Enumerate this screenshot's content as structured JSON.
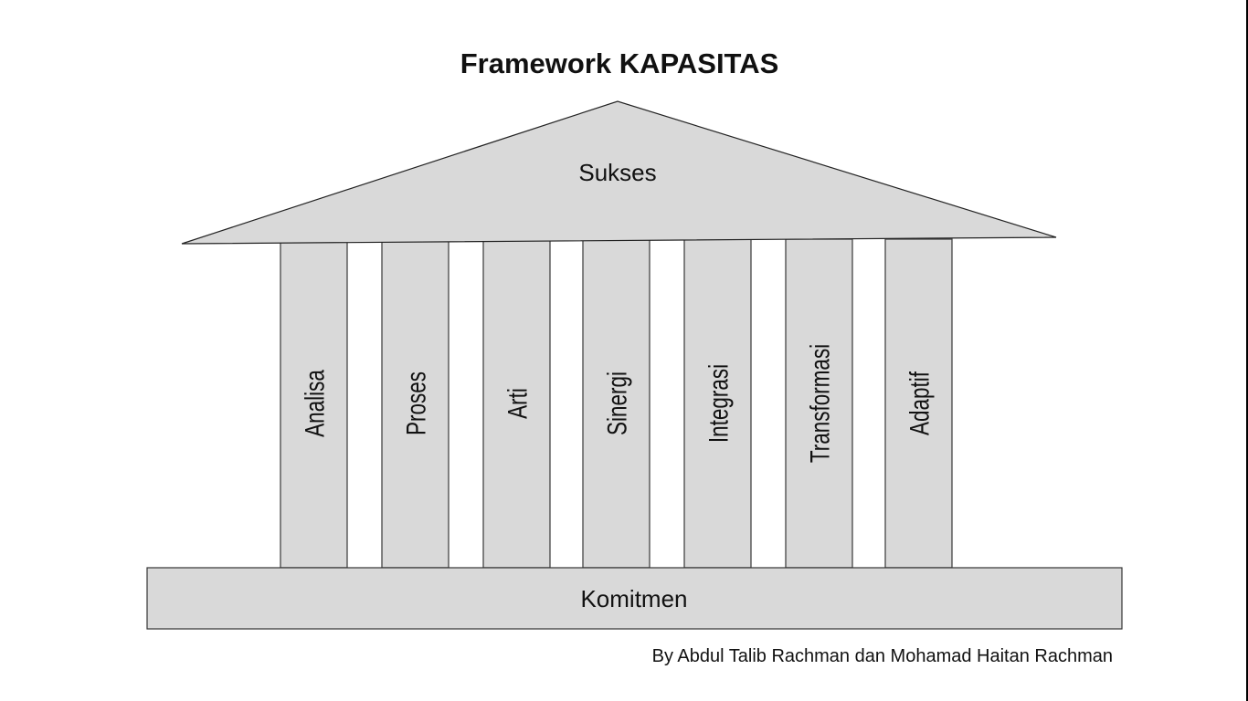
{
  "title": "Framework KAPASITAS",
  "roof": {
    "label": "Sukses"
  },
  "pillars": [
    {
      "label": "Analisa"
    },
    {
      "label": "Proses"
    },
    {
      "label": "Arti"
    },
    {
      "label": "Sinergi"
    },
    {
      "label": "Integrasi"
    },
    {
      "label": "Transformasi"
    },
    {
      "label": "Adaptif"
    }
  ],
  "base": {
    "label": "Komitmen"
  },
  "credit": "By Abdul Talib Rachman dan Mohamad Haitan Rachman",
  "colors": {
    "fill": "#d9d9d9",
    "stroke": "#333333",
    "text": "#111111"
  }
}
